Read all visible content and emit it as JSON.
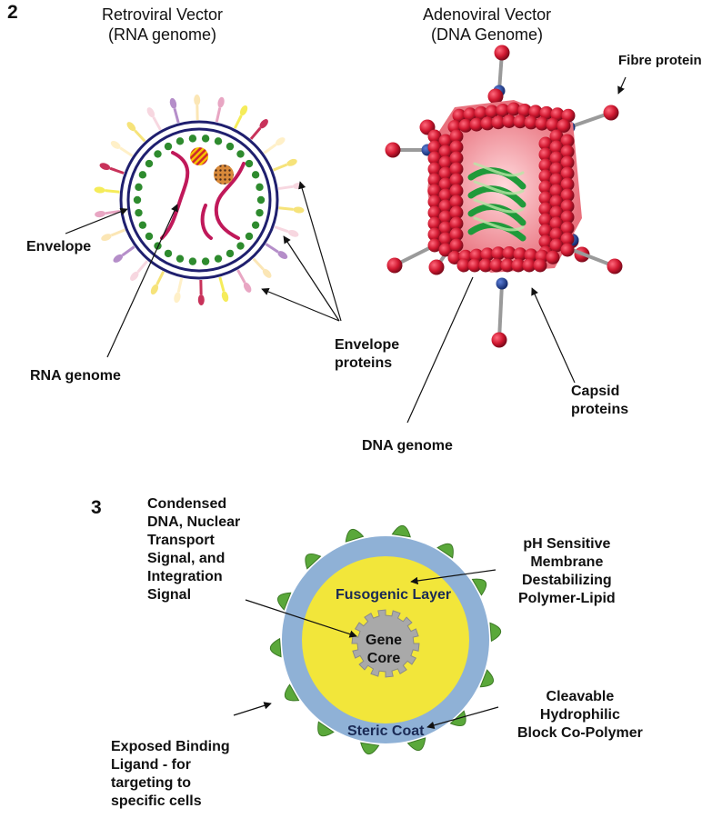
{
  "panel2": {
    "number": "2",
    "retro": {
      "title": "Retroviral Vector\n(RNA genome)",
      "envelope": "Envelope",
      "rna_genome": "RNA genome",
      "envelope_proteins": "Envelope\nproteins"
    },
    "adeno": {
      "title": "Adenoviral Vector\n(DNA Genome)",
      "fibre": "Fibre protein",
      "capsid": "Capsid\nproteins",
      "dna_genome": "DNA genome"
    }
  },
  "panel3": {
    "number": "3",
    "condensed": "Condensed\nDNA, Nuclear\nTransport\nSignal, and\nIntegration\nSignal",
    "ph": "pH Sensitive\nMembrane\nDestabilizing\nPolymer-Lipid",
    "fusogenic": "Fusogenic Layer",
    "gene_core": "Gene\nCore",
    "cleavable": "Cleavable\nHydrophilic\nBlock Co-Polymer",
    "steric": "Steric Coat",
    "exposed": "Exposed Binding\nLigand - for\ntargeting to\nspecific cells"
  },
  "colors": {
    "retro_ring": "#1f1f6e",
    "genome_dots": "#2e8b2e",
    "rna_strand": "#c0195a",
    "capsid_red": "#c8102e",
    "vertex_blue": "#1a3a8f",
    "dna_green": "#1f9a3a",
    "steric_blue": "#8fb1d6",
    "fusogenic_yellow": "#f2e63a",
    "core_gray": "#a9a9a9",
    "ligand_green": "#5aa83a"
  }
}
